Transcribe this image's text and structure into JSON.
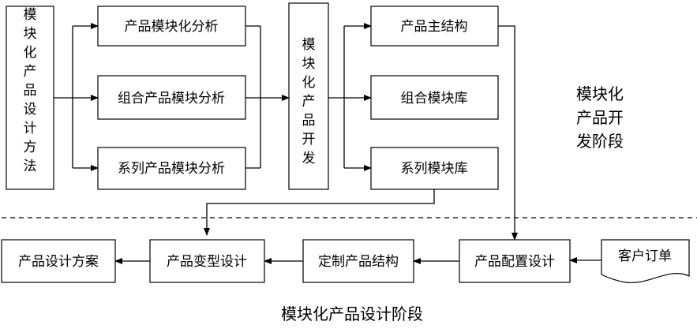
{
  "boxes": {
    "method": {
      "text": "模块化产品设计方法"
    },
    "product_mod": {
      "text": "产品模块化分析"
    },
    "combo_mod": {
      "text": "组合产品模块分析"
    },
    "series_mod": {
      "text": "系列产品模块分析"
    },
    "dev": {
      "text": "模块化产品开发"
    },
    "main_struct": {
      "text": "产品主结构"
    },
    "combo_lib": {
      "text": "组合模块库"
    },
    "series_lib": {
      "text": "系列模块库"
    },
    "order": {
      "text": "客户订单"
    },
    "config_design": {
      "text": "产品配置设计"
    },
    "custom_struct": {
      "text": "定制产品结构"
    },
    "variant_design": {
      "text": "产品变型设计"
    },
    "scheme": {
      "text": "产品设计方案"
    }
  },
  "stage_labels": {
    "dev_stage_lines": [
      "模块化",
      "产品开",
      "发阶段"
    ],
    "design_stage": "模块化产品设计阶段"
  }
}
